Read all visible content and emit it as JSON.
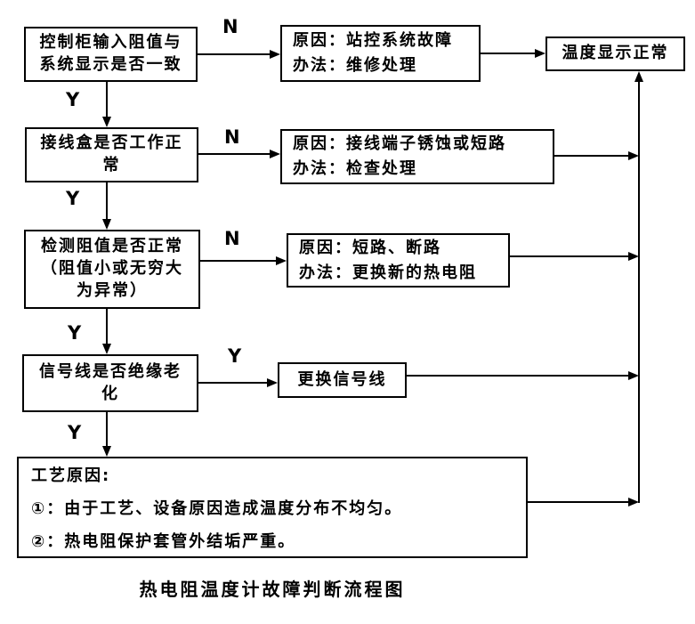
{
  "colors": {
    "line": "#000000",
    "background": "#ffffff",
    "text": "#000000"
  },
  "labels": {
    "yes": "Y",
    "no": "N"
  },
  "caption": "热电阻温度计故障判断流程图",
  "nodes": {
    "decision1": "控制柜输入阻值与\n系统显示是否一致",
    "cause1": "原因：站控系统故障\n办法：维修处理",
    "result": "温度显示正常",
    "decision2": "接线盒是否工作正\n常",
    "cause2": "原因：接线端子锈蚀或短路\n办法：检查处理",
    "decision3": "检测阻值是否正常\n（阻值小或无穷大\n为异常）",
    "cause3": "原因：短路、断路\n办法：更换新的热电阻",
    "decision4": "信号线是否绝缘老\n化",
    "action4": "更换信号线",
    "process_title": "工艺原因:",
    "process_item1": "①：由于工艺、设备原因造成温度分布不均匀。",
    "process_item2": "②：热电阻保护套管外结垢严重。"
  }
}
